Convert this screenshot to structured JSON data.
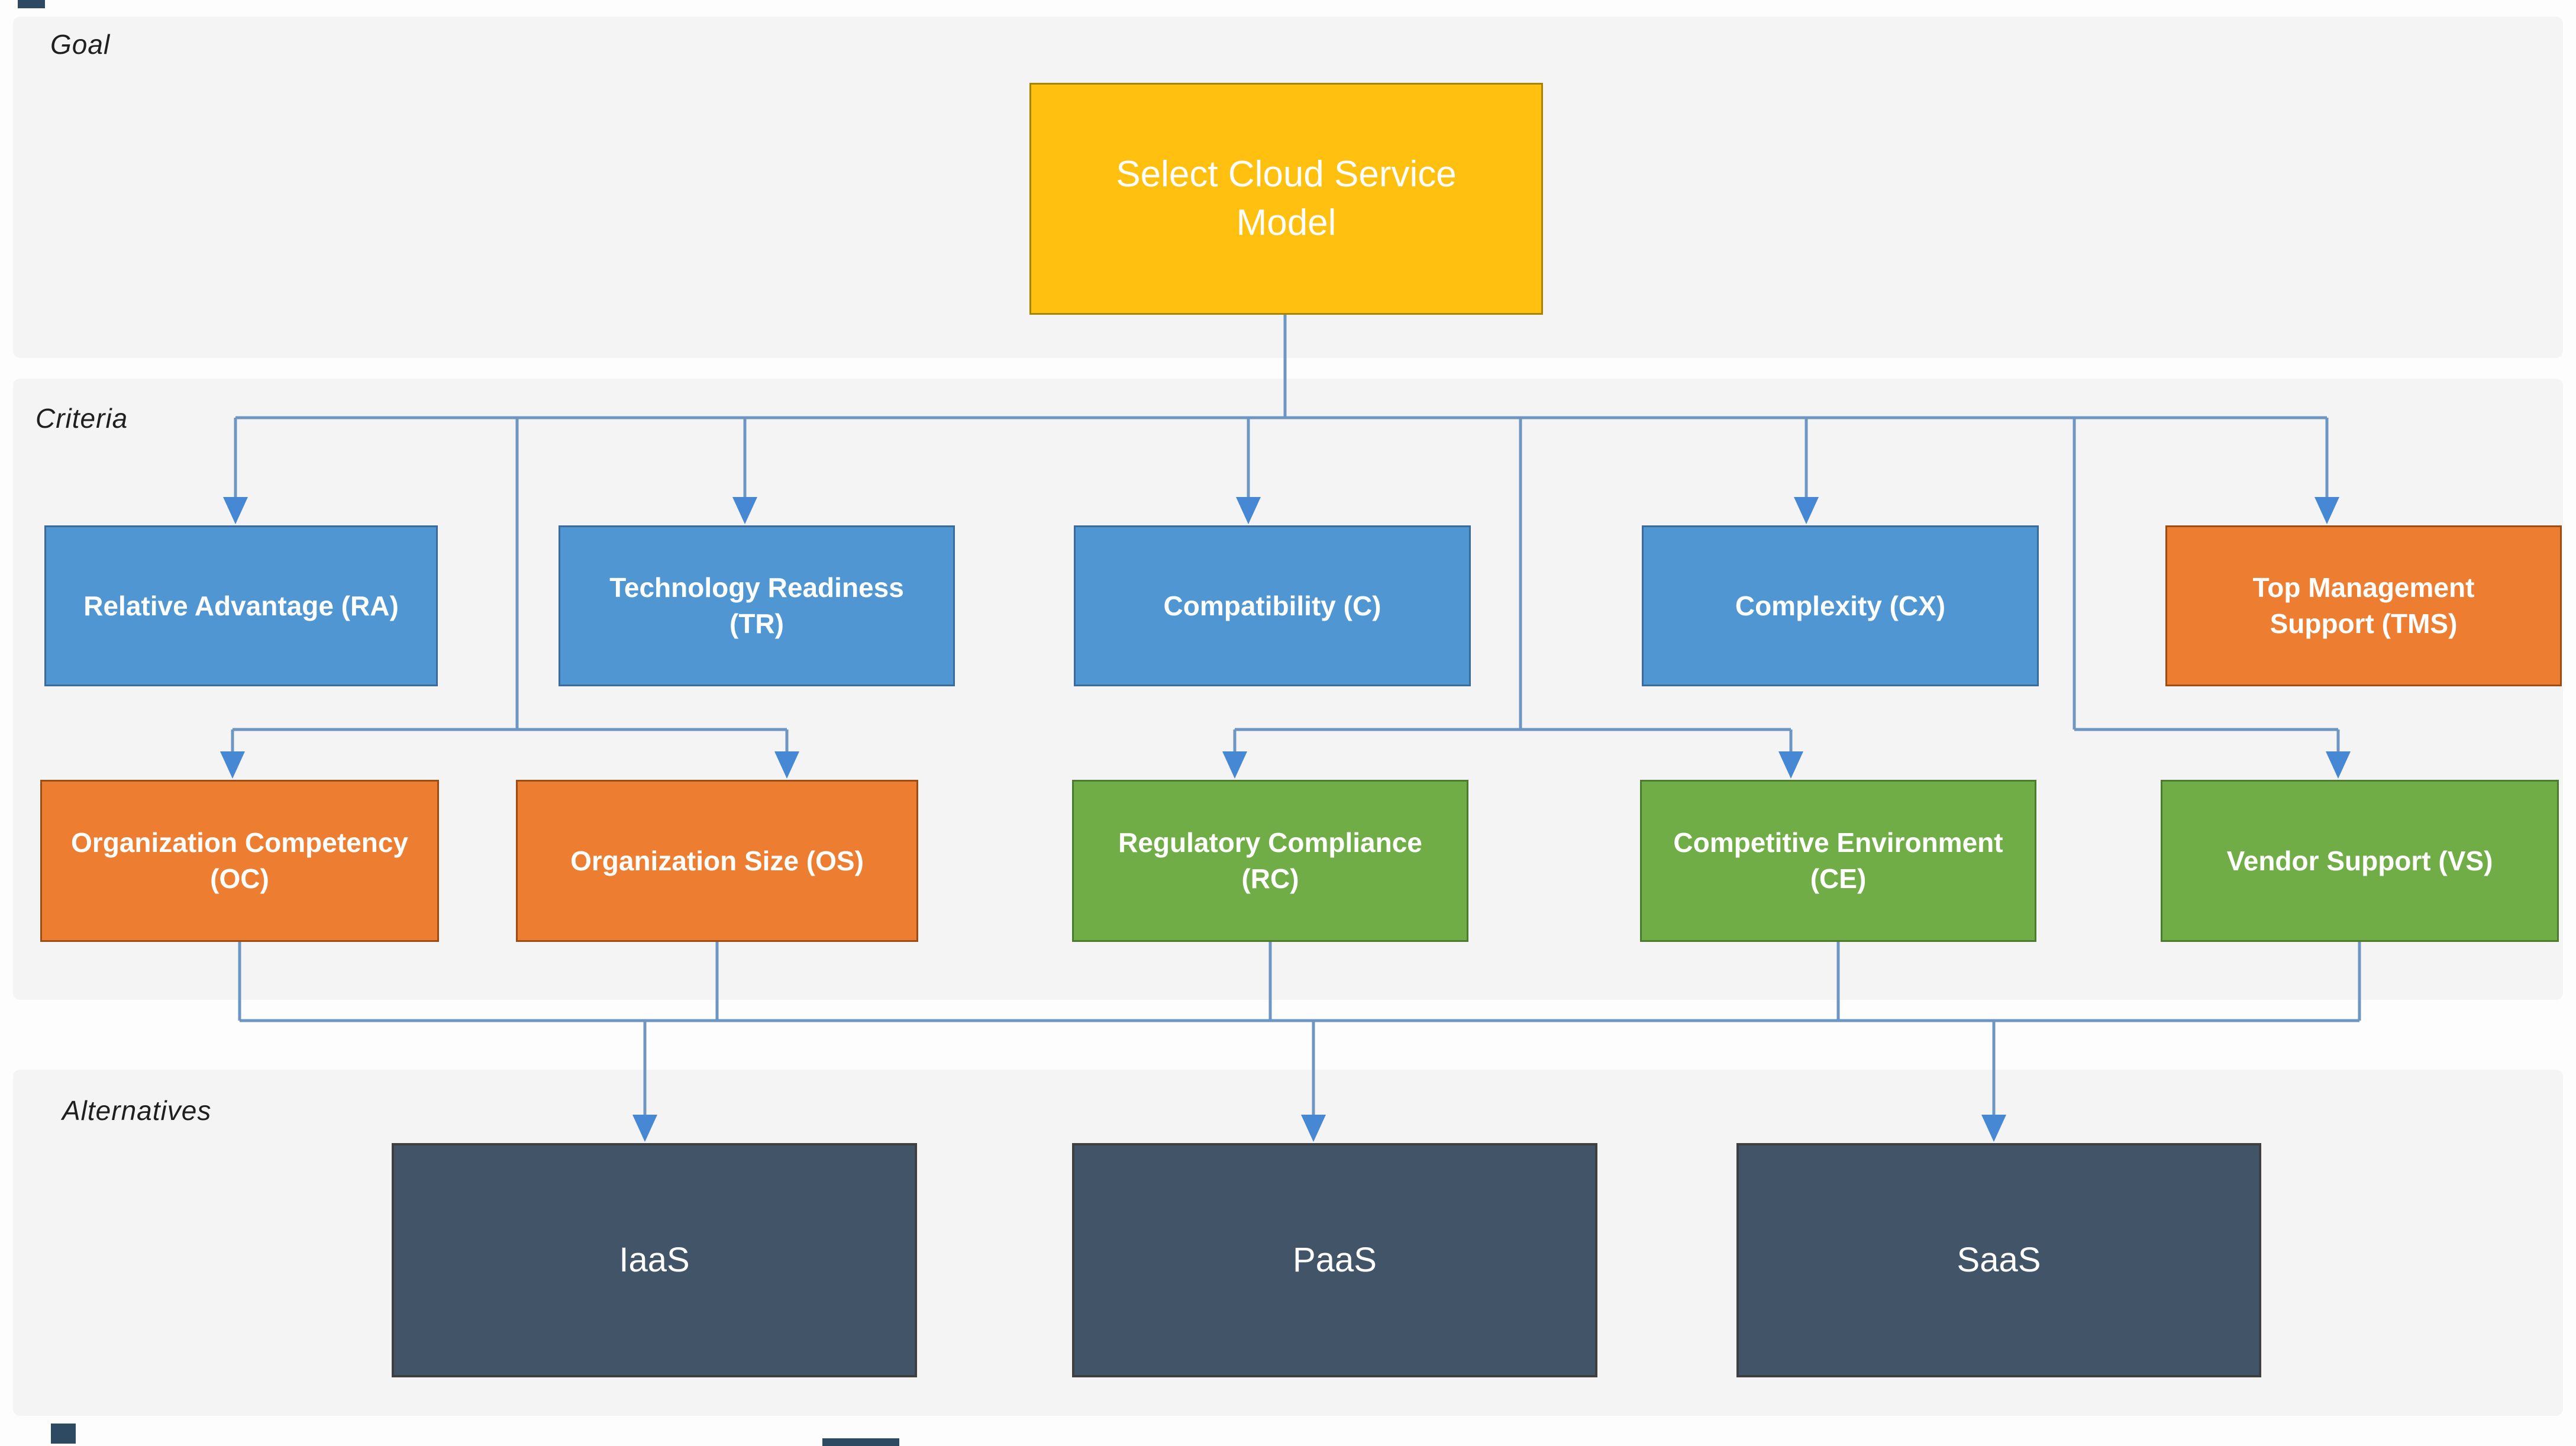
{
  "diagram_type": "AHP hierarchy",
  "sections": {
    "goal": {
      "label": "Goal"
    },
    "criteria": {
      "label": "Criteria"
    },
    "alternatives": {
      "label": "Alternatives"
    }
  },
  "goal": {
    "id": "GOAL",
    "label": "Select Cloud Service\nModel",
    "color": "gold"
  },
  "criteria_row1": [
    {
      "id": "RA",
      "label": "Relative Advantage (RA)",
      "color": "blue"
    },
    {
      "id": "TR",
      "label": "Technology Readiness\n(TR)",
      "color": "blue"
    },
    {
      "id": "C",
      "label": "Compatibility (C)",
      "color": "blue"
    },
    {
      "id": "CX",
      "label": "Complexity (CX)",
      "color": "blue"
    },
    {
      "id": "TMS",
      "label": "Top Management\nSupport (TMS)",
      "color": "orange"
    }
  ],
  "criteria_row2": [
    {
      "id": "OC",
      "label": "Organization Competency\n(OC)",
      "color": "orange"
    },
    {
      "id": "OS",
      "label": "Organization Size (OS)",
      "color": "orange"
    },
    {
      "id": "RC",
      "label": "Regulatory Compliance\n(RC)",
      "color": "green"
    },
    {
      "id": "CE",
      "label": "Competitive Environment\n(CE)",
      "color": "green"
    },
    {
      "id": "VS",
      "label": "Vendor Support (VS)",
      "color": "green"
    }
  ],
  "alternatives": [
    {
      "id": "IaaS",
      "label": "IaaS",
      "color": "slate"
    },
    {
      "id": "PaaS",
      "label": "PaaS",
      "color": "slate"
    },
    {
      "id": "SaaS",
      "label": "SaaS",
      "color": "slate"
    }
  ],
  "colors": {
    "goal_fill": "#FFC010",
    "goal_border": "#A78300",
    "criteria_blue_fill": "#4F96D2",
    "criteria_blue_border": "#3A6B9B",
    "orange_fill": "#ED7D31",
    "orange_border": "#9A4E16",
    "green_fill": "#70AD47",
    "green_border": "#4E7A30",
    "alternative_fill": "#425468",
    "alternative_border": "#3E3F41",
    "connector_line": "#6D97C2",
    "connector_arrow": "#4788D4",
    "node_text": "#FFFFFF",
    "section_label_text": "#1F1F1F",
    "band_fill": "#F4F4F5"
  }
}
